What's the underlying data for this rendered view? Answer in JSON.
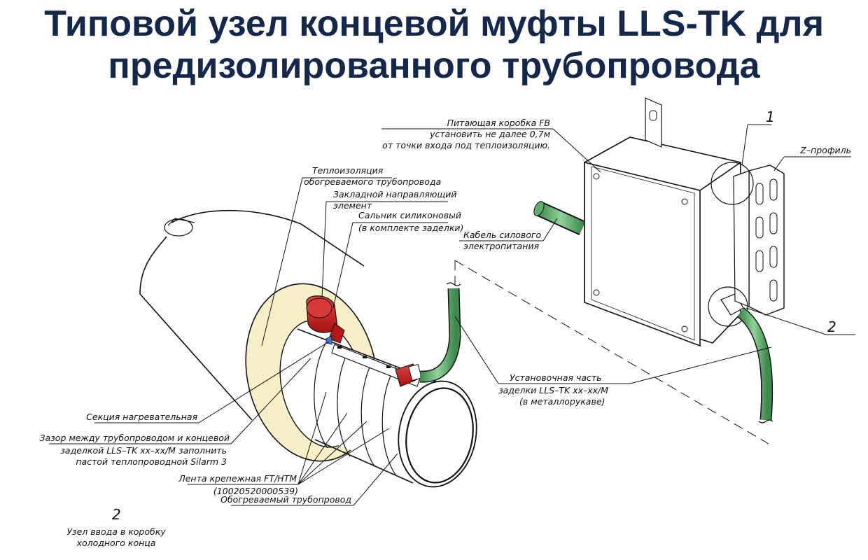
{
  "title": {
    "line1": "Типовой узел концевой муфты LLS-TK для",
    "line2": "предизолированного трубопровода"
  },
  "labels": {
    "box_line1": "Питающая коробка FB",
    "box_line2": "установить не далее 0,7м",
    "box_line3": "от точки входа под теплоизоляцию.",
    "callout_1": "1",
    "z_profile": "Z–профиль",
    "insulation_line1": "Теплоизоляция",
    "insulation_line2": "обогреваемого трубопровода",
    "guide_line1": "Закладной направляющий",
    "guide_line2": "элемент",
    "gland_line1": "Сальник силиконовый",
    "gland_line2": "(в комплекте заделки)",
    "power_cable_line1": "Кабель силового",
    "power_cable_line2": "электропитания",
    "callout_2": "2",
    "install_line1": "Установочная часть",
    "install_line2": "заделки LLS–TK xx–xx/M",
    "install_line3": "(в металлорукаве)",
    "heating_section": "Секция нагревательная",
    "gap_line1": "Зазор между трубопроводом и концевой",
    "gap_line2": "заделкой LLS–TK xx–xx/M заполнить",
    "gap_line3": "пастой теплопроводной Silarm 3",
    "tape_line1": "Лента крепежная FT/HTM",
    "tape_line2": "(10020520000539)",
    "heated_pipe": "Обогреваемый трубопровод",
    "detail_number": "2",
    "detail_line1": "Узел ввода в коробку",
    "detail_line2": "холодного конца"
  },
  "colors": {
    "title": "#14284b",
    "insulation": "#f7efc8",
    "cable": "#5fae6c",
    "gland": "#cc1f1f",
    "line": "#111111"
  }
}
